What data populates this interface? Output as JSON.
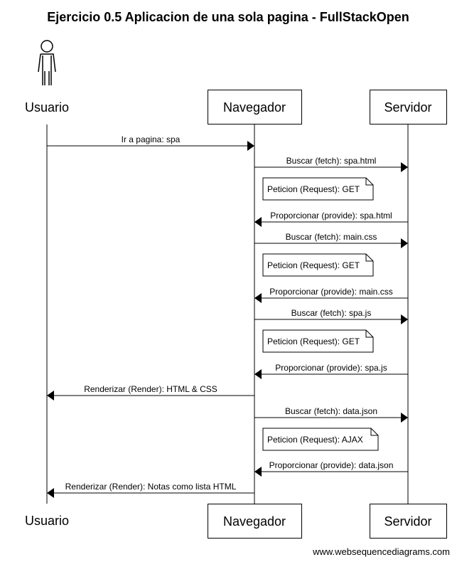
{
  "title": "Ejercicio 0.5 Aplicacion de una sola pagina - FullStackOpen",
  "participants": [
    {
      "id": "usuario",
      "label": "Usuario",
      "kind": "actor"
    },
    {
      "id": "navegador",
      "label": "Navegador",
      "kind": "box"
    },
    {
      "id": "servidor",
      "label": "Servidor",
      "kind": "box"
    }
  ],
  "messages": [
    {
      "from": "usuario",
      "to": "navegador",
      "label": "Ir a pagina: spa"
    },
    {
      "from": "navegador",
      "to": "servidor",
      "label": "Buscar (fetch): spa.html",
      "note": "Peticion (Request): GET"
    },
    {
      "from": "servidor",
      "to": "navegador",
      "label": "Proporcionar (provide): spa.html"
    },
    {
      "from": "navegador",
      "to": "servidor",
      "label": "Buscar (fetch): main.css",
      "note": "Peticion (Request): GET"
    },
    {
      "from": "servidor",
      "to": "navegador",
      "label": "Proporcionar (provide): main.css"
    },
    {
      "from": "navegador",
      "to": "servidor",
      "label": "Buscar (fetch): spa.js",
      "note": "Peticion (Request): GET"
    },
    {
      "from": "servidor",
      "to": "navegador",
      "label": "Proporcionar (provide): spa.js"
    },
    {
      "from": "navegador",
      "to": "usuario",
      "label": "Renderizar (Render): HTML & CSS"
    },
    {
      "from": "navegador",
      "to": "servidor",
      "label": "Buscar (fetch): data.json",
      "note": "Peticion (Request): AJAX"
    },
    {
      "from": "servidor",
      "to": "navegador",
      "label": "Proporcionar (provide): data.json"
    },
    {
      "from": "navegador",
      "to": "usuario",
      "label": "Renderizar (Render): Notas como lista HTML"
    }
  ],
  "footer": "www.websequencediagrams.com"
}
